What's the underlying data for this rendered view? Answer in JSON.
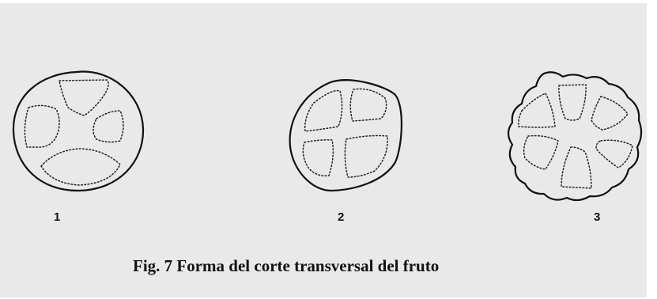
{
  "figures": [
    {
      "label": "1",
      "shape": "round"
    },
    {
      "label": "2",
      "shape": "square-rounded"
    },
    {
      "label": "3",
      "shape": "lobed"
    }
  ],
  "caption": "Fig. 7 Forma del corte transversal del fruto",
  "colors": {
    "background": "#e9e9e9",
    "ink": "#111111"
  }
}
